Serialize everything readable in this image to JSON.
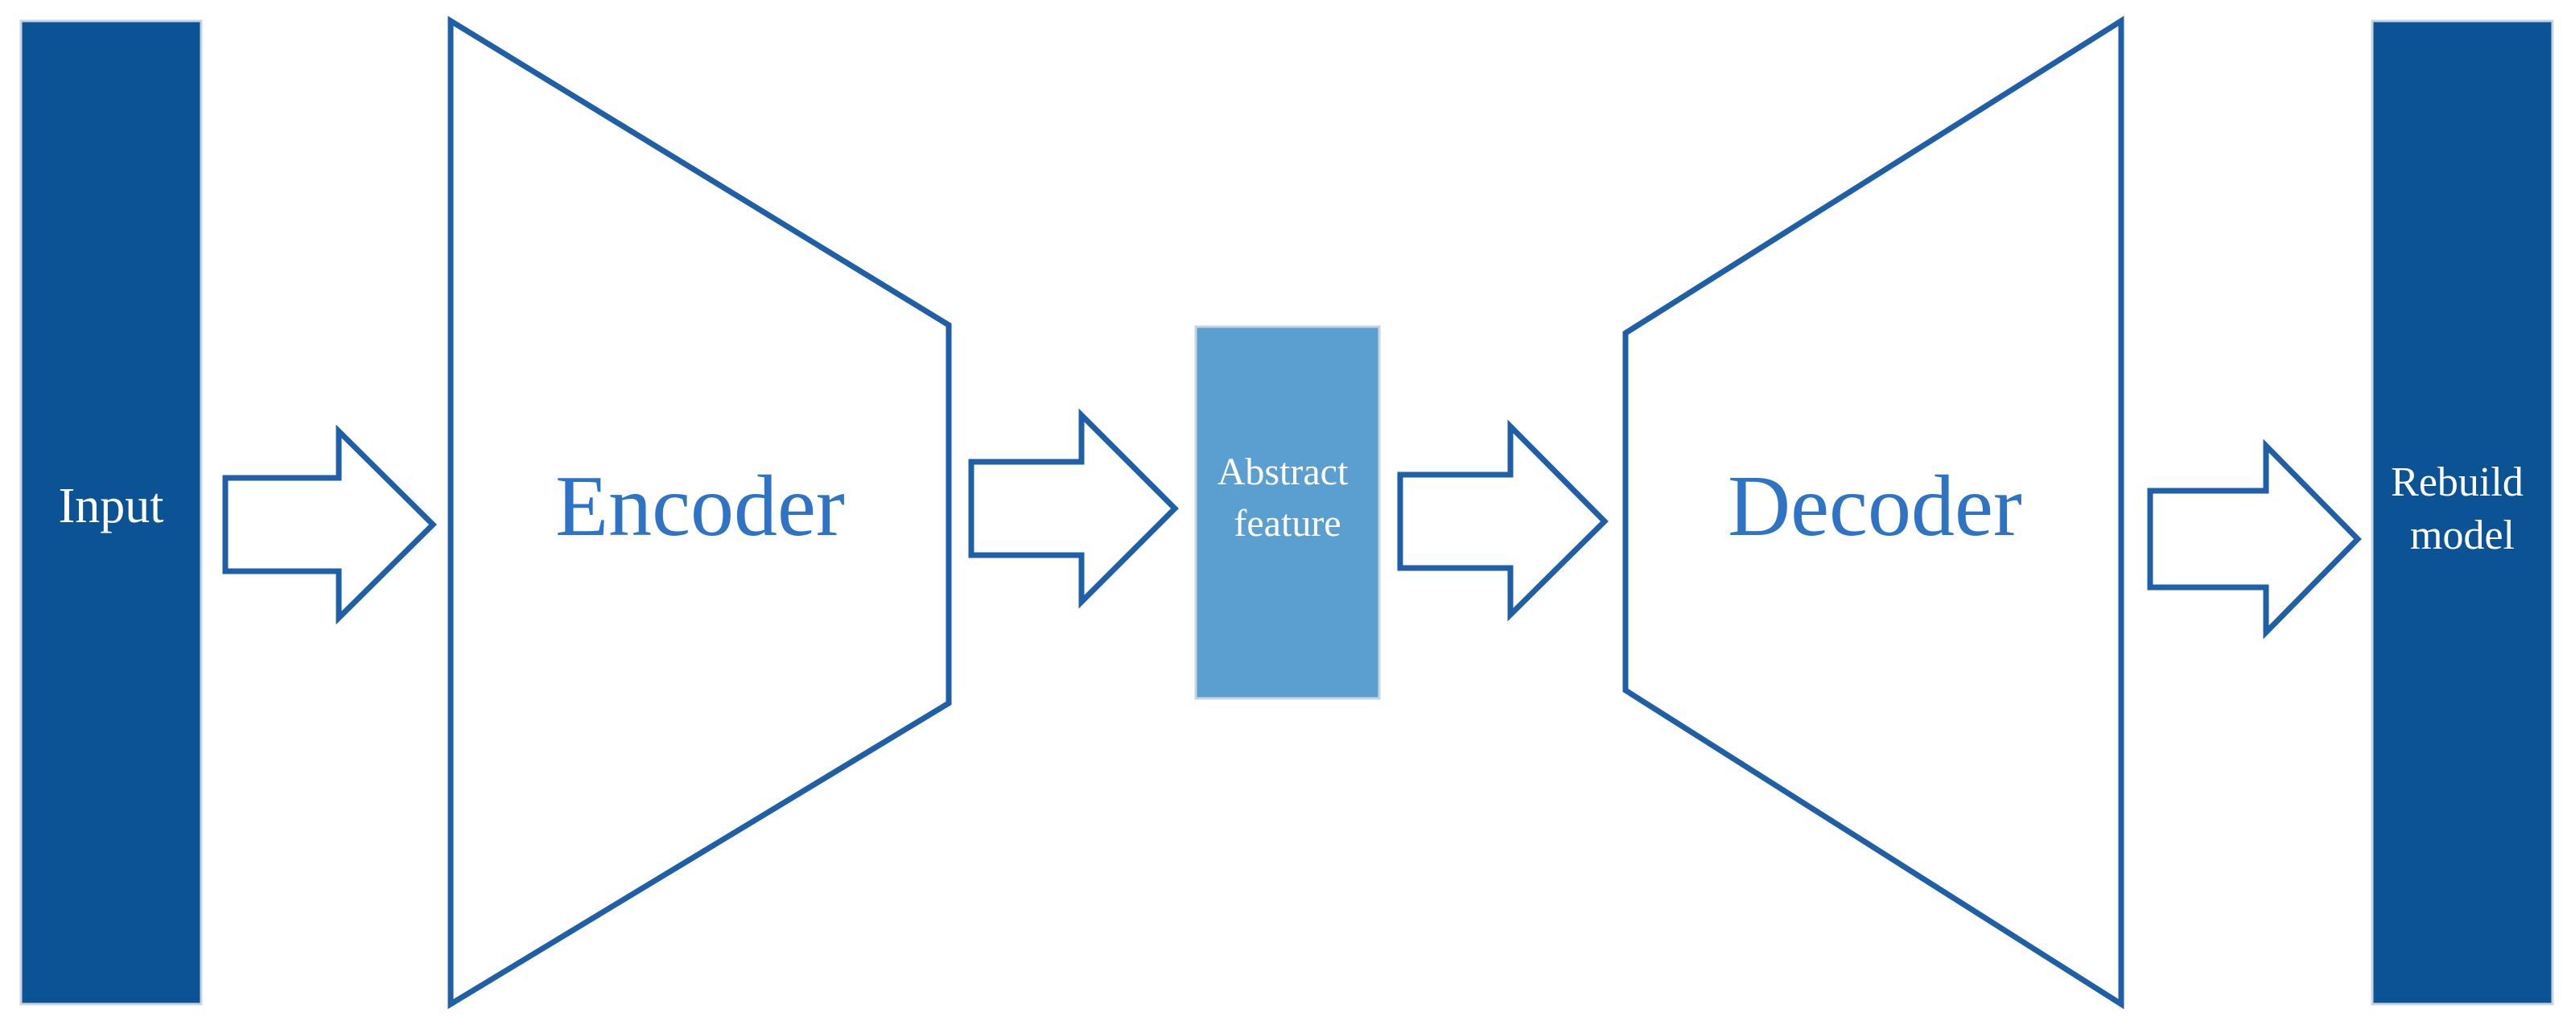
{
  "colors": {
    "dark_block": "#0b5394",
    "light_block": "#5b9fd0",
    "outline": "#1f5fa7",
    "text_blue": "#2f74c4",
    "text_white": "#ffffff"
  },
  "blocks": {
    "input": {
      "label": "Input"
    },
    "encoder": {
      "label": "Encoder"
    },
    "abstract_feature": {
      "lines": [
        "Abstract",
        "feature"
      ]
    },
    "decoder": {
      "label": "Decoder"
    },
    "rebuild_model": {
      "lines": [
        "Rebuild",
        "model"
      ]
    }
  },
  "arrows": [
    {
      "name": "arrow-input-to-encoder"
    },
    {
      "name": "arrow-encoder-to-feature"
    },
    {
      "name": "arrow-feature-to-decoder"
    },
    {
      "name": "arrow-decoder-to-output"
    }
  ]
}
